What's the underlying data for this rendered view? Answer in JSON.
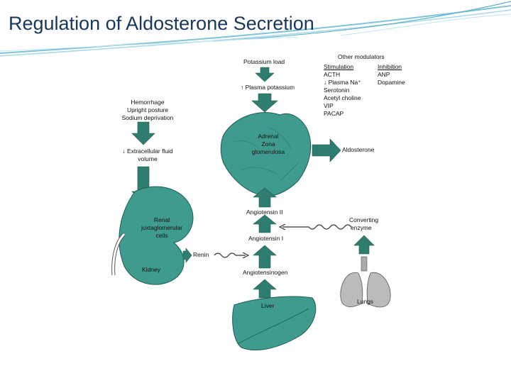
{
  "slide": {
    "title": "Regulation of Aldosterone Secretion"
  },
  "diagram": {
    "potassium_load": "Potassium load",
    "plasma_potassium": "↑ Plasma potassium",
    "other_modulators": "Other modulators",
    "stimulation_header": "Stimulation",
    "inhibition_header": "Inhibition",
    "stimulation_items": [
      "ACTH",
      "↓ Plasma Na⁺",
      "Serotonin",
      "Acetyl choline",
      "VIP",
      "PACAP"
    ],
    "inhibition_items": [
      "ANP",
      "Dopamine"
    ],
    "hemorrhage_lines": [
      "Hemorrhage",
      "Upright posture",
      "Sodium deprivation"
    ],
    "ecf_volume_lines": [
      "↓ Extracellular fluid",
      "volume"
    ],
    "adrenal_lines": [
      "Adrenal",
      "Zona",
      "glomerulosa"
    ],
    "aldosterone": "Aldosterone",
    "angiotensin_ii": "Angiotensin II",
    "angiotensin_i": "Angiotensin I",
    "angiotensinogen": "Angiotensinogen",
    "converting_enzyme_lines": [
      "Converting",
      "enzyme"
    ],
    "renal_lines": [
      "Renal",
      "juxtaglomerular",
      "cells"
    ],
    "kidney": "Kidney",
    "renin": "Renin",
    "liver": "Liver",
    "lungs": "Lungs"
  },
  "colors": {
    "organ_fill": "#3f9b8e",
    "arrow_fill": "#2f7d70",
    "title_text": "#17375e",
    "swoosh": "#7fc3d9"
  }
}
